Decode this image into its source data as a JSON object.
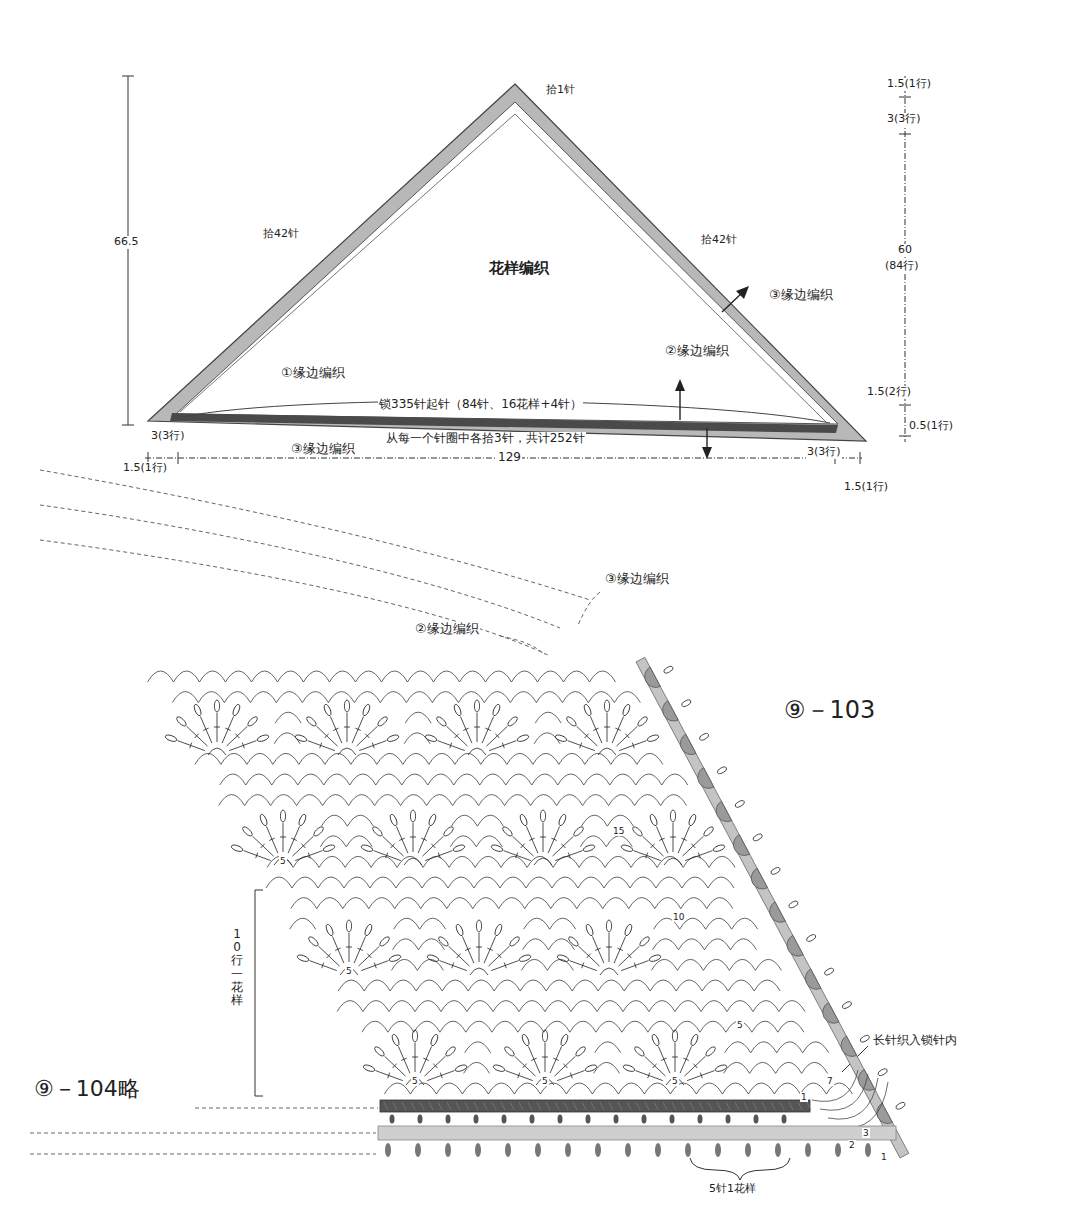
{
  "diagram": {
    "labels": [
      "拾1针",
      "拾42针",
      "拾42针",
      "66.5",
      "花样编织",
      "③缘边编织",
      "②缘边编织",
      "①缘边编织",
      "锁335针起针（84针、16花样+4针）",
      "③缘边编织",
      "从每一个针圈中各拾3针，共计252针",
      "3(3行)",
      "1.5(1行)",
      "129",
      "3(3行)",
      "1.5(1行)",
      "1.5(1行)",
      "3(3行)",
      "60",
      "(84行)",
      "1.5(2行)",
      "0.5(1行)",
      "③缘边编织",
      "②缘边编织",
      "⑨－103",
      "⑨－104略",
      "10行一花样",
      "长针织入锁针内",
      "5针1花样",
      "15",
      "10",
      "5",
      "7",
      "1",
      "3",
      "2",
      "1",
      "5",
      "5",
      "5",
      "5",
      "5"
    ]
  }
}
